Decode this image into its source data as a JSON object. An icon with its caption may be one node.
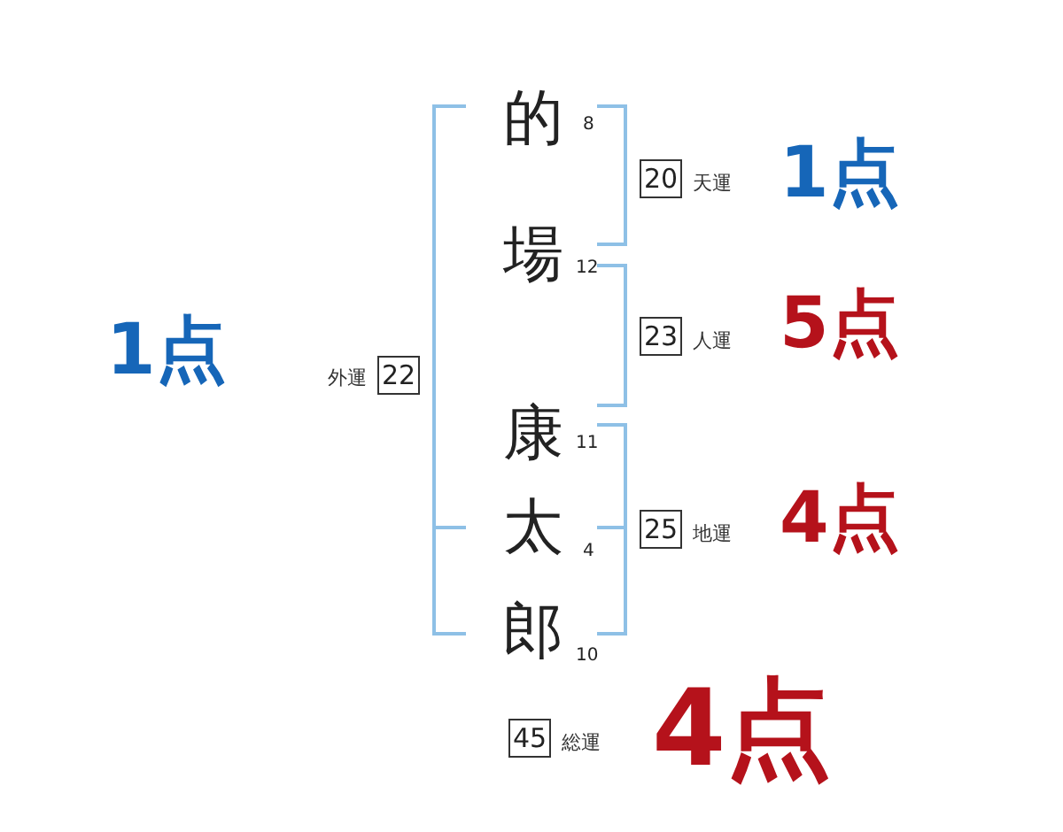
{
  "diagram": {
    "nodes": [
      {
        "text": [
          "22"
        ],
        "beside": [
          "外運"
        ]
      },
      {
        "text": [
          "20"
        ],
        "beside": [
          "天運"
        ]
      },
      {
        "text": [
          "23"
        ],
        "beside": [
          "人運"
        ]
      },
      {
        "text": [
          "25"
        ],
        "beside": [
          "地運"
        ]
      },
      {
        "text": [
          "45"
        ],
        "beside": [
          "総運"
        ]
      }
    ],
    "labels": [
      "的",
      "8",
      "1点",
      "場",
      "12",
      "5点",
      "1点",
      "康",
      "11",
      "太",
      "4",
      "4点",
      "郎",
      "10",
      "4点"
    ]
  }
}
